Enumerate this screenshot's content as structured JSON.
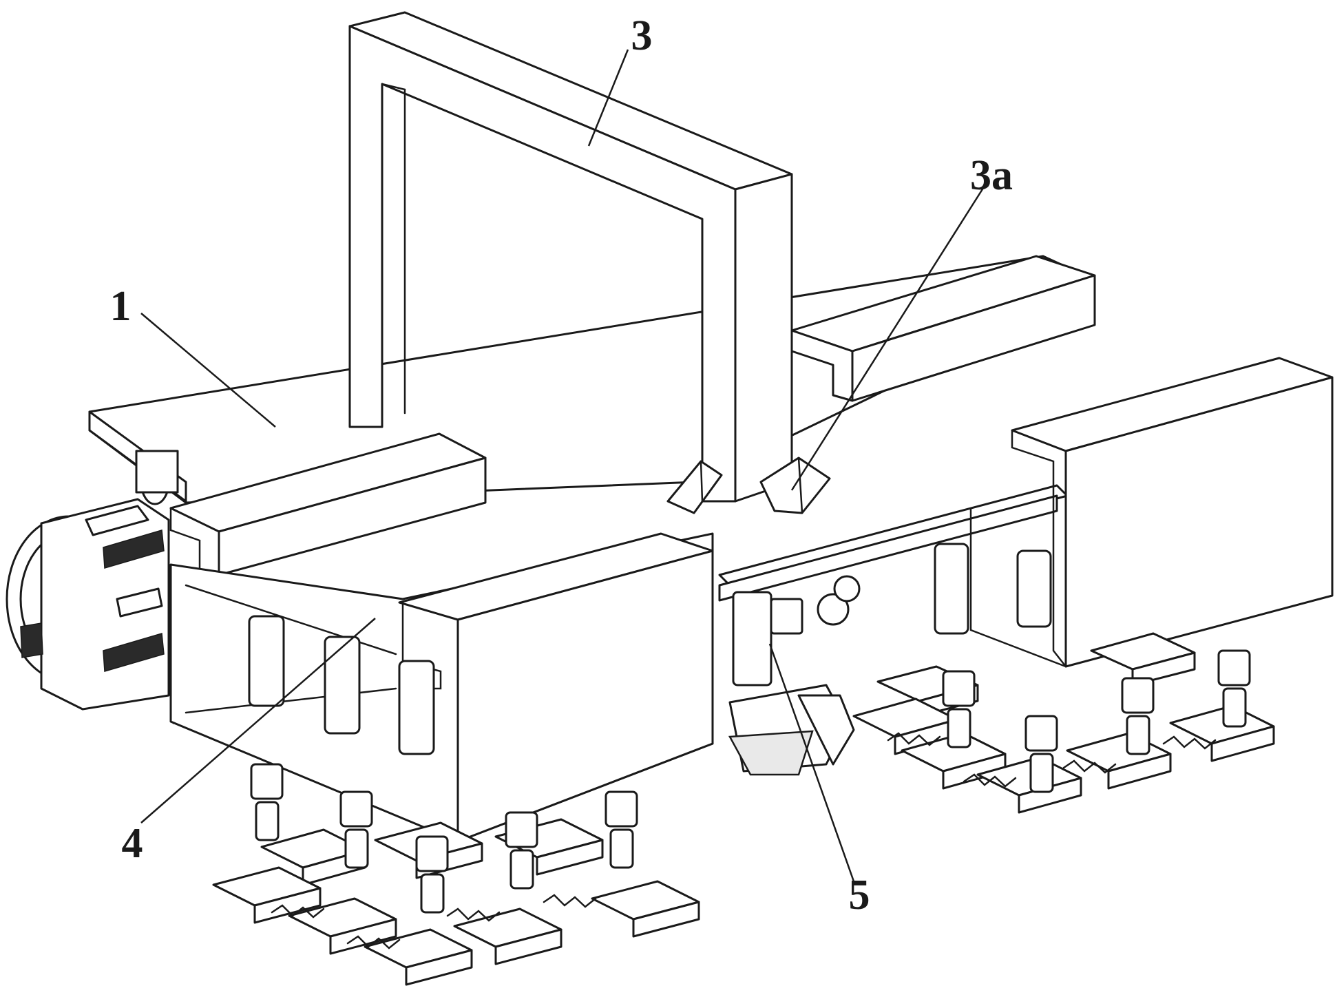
{
  "figure": {
    "labels": [
      {
        "id": "1",
        "text": "1"
      },
      {
        "id": "3",
        "text": "3"
      },
      {
        "id": "3a",
        "text": "3a"
      },
      {
        "id": "4",
        "text": "4"
      },
      {
        "id": "5",
        "text": "5"
      }
    ]
  }
}
